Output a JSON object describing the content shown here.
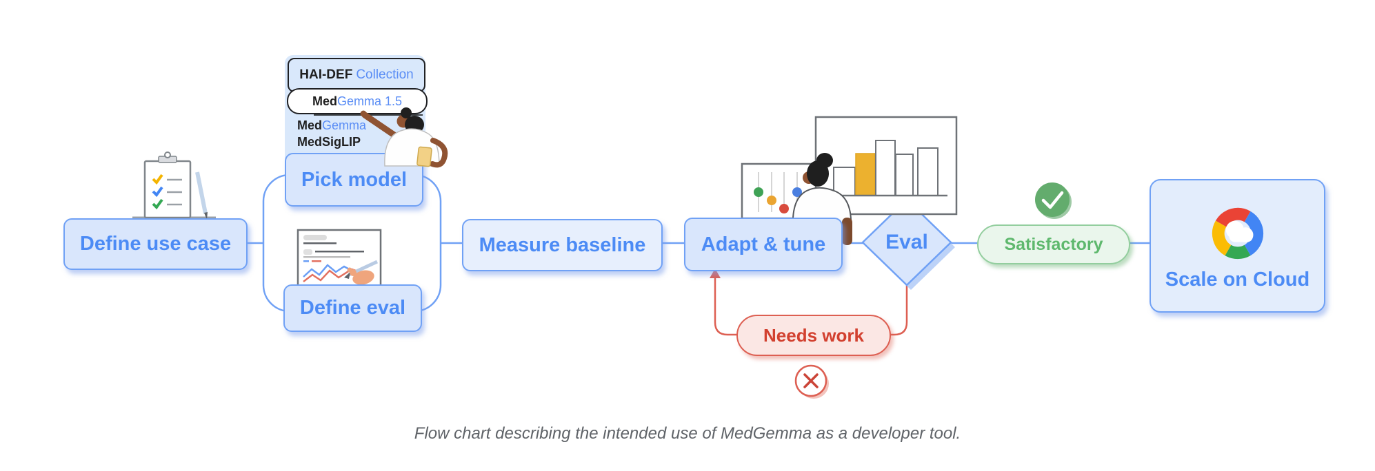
{
  "figure": {
    "caption": "Flow chart describing the intended use of MedGemma as a developer tool."
  },
  "flow": {
    "define_use_case": "Define use case",
    "pick_model": "Pick model",
    "define_eval": "Define eval",
    "measure_baseline": "Measure baseline",
    "adapt_tune": "Adapt & tune",
    "eval_label": "Eval",
    "satisfactory": "Satisfactory",
    "needs_work": "Needs work",
    "scale_on_cloud": "Scale on Cloud"
  },
  "model_list": {
    "header_bold": "HAI-DEF",
    "header_accent": "Collection",
    "selected_bold": "Med",
    "selected_accent": "Gemma 1.5",
    "item2_bold": "Med",
    "item2_accent": "Gemma",
    "item3": "MedSigLIP"
  },
  "icons": {
    "check_icon": "✓",
    "cross_icon": "✕",
    "cloud_icon": "google-cloud-logo",
    "clipboard_icon": "checklist-clipboard",
    "line_chart_icon": "eval-report-sheet",
    "slider_icon": "tuning-sliders-panel",
    "bar_chart_icon": "results-bar-chart"
  },
  "colors": {
    "node_fill": "#d9e6fc",
    "node_border": "#70a1f5",
    "node_text": "#4c8bf5",
    "connector": "#70a1f5",
    "success_fill": "#eaf6ec",
    "success_border": "#93ce9e",
    "success_text": "#5eb86d",
    "success_badge": "#63ac6d",
    "fail_fill": "#fbe7e4",
    "fail_border": "#dd5f52",
    "fail_text": "#d2402f",
    "google_blue": "#4285f4",
    "google_red": "#ea4335",
    "google_yellow": "#fbbc04",
    "google_green": "#34a853",
    "caption_text": "#5f6368"
  }
}
